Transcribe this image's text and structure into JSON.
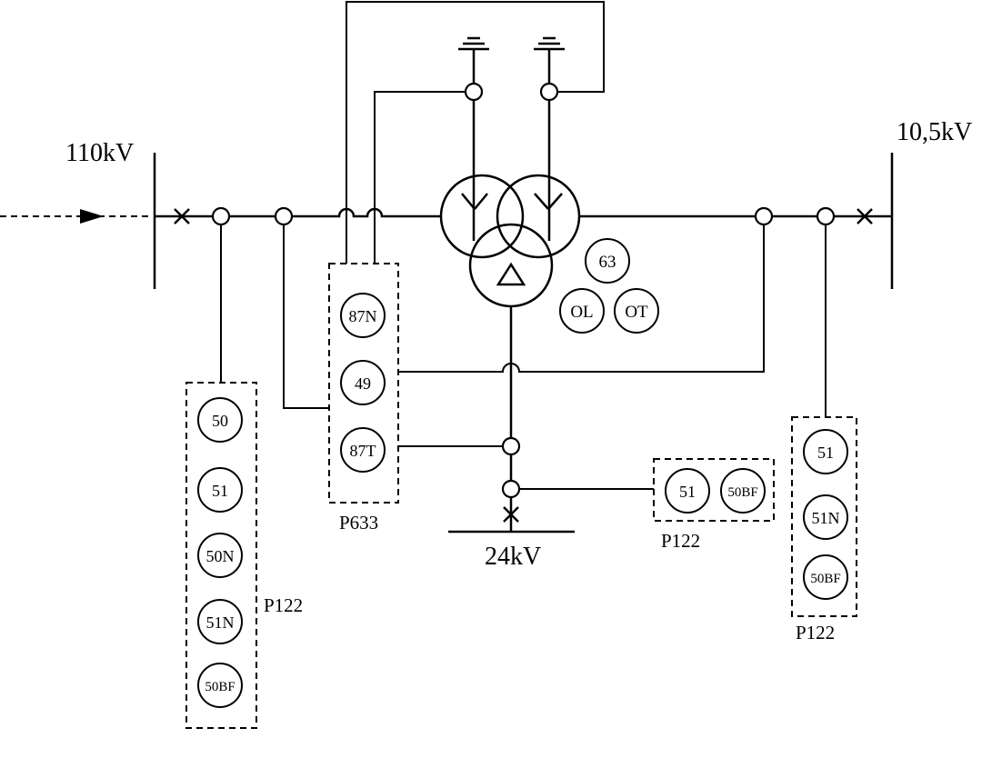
{
  "buses": {
    "hv": "110kV",
    "lv": "10,5kV",
    "tertiary": "24kV"
  },
  "transformer_relays": [
    "63",
    "OL",
    "OT"
  ],
  "relay_panels": {
    "hv_feeder": {
      "name": "P122",
      "relays": [
        "50",
        "51",
        "50N",
        "51N",
        "50BF"
      ]
    },
    "transformer_diff": {
      "name": "P633",
      "relays": [
        "87N",
        "49",
        "87T"
      ]
    },
    "tertiary_feeder": {
      "name": "P122",
      "relays": [
        "51",
        "50BF"
      ]
    },
    "lv_feeder": {
      "name": "P122",
      "relays": [
        "51",
        "51N",
        "50BF"
      ]
    }
  }
}
